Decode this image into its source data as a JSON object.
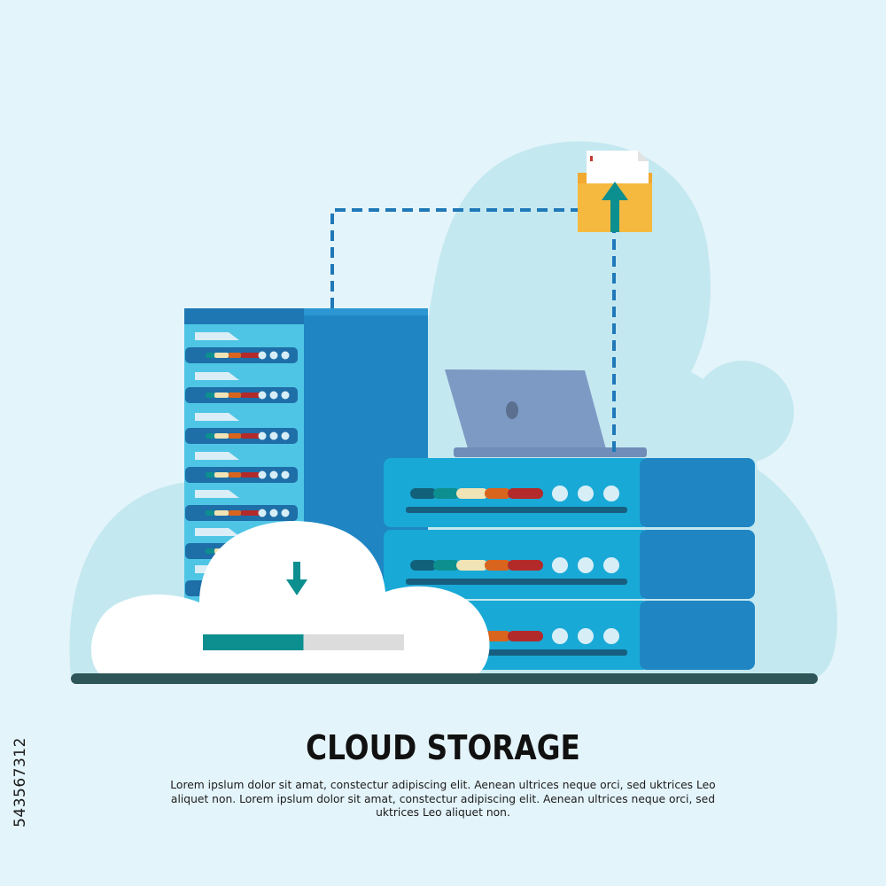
{
  "heading": "CLOUD STORAGE",
  "description": "Lorem ipslum dolor sit amat, constectur adipiscing elit. Aenean ultrices neque orci, sed uktrices Leo aliquet non. Lorem ipslum dolor sit amat, constectur adipiscing elit. Aenean ultrices neque orci, sed uktrices Leo aliquet non.",
  "stock_id": "543567312",
  "upload_progress": 0.5,
  "colors": {
    "background": "#e4f4fb",
    "blob": "#c4e8f0",
    "server_light": "#4fc5e5",
    "server_dark": "#1f86c3",
    "rack": "#19a9d6",
    "folder": "#f2a92f",
    "arrow": "#0d8f8f",
    "laptop": "#7d9ac4",
    "ground": "#2e5557"
  }
}
